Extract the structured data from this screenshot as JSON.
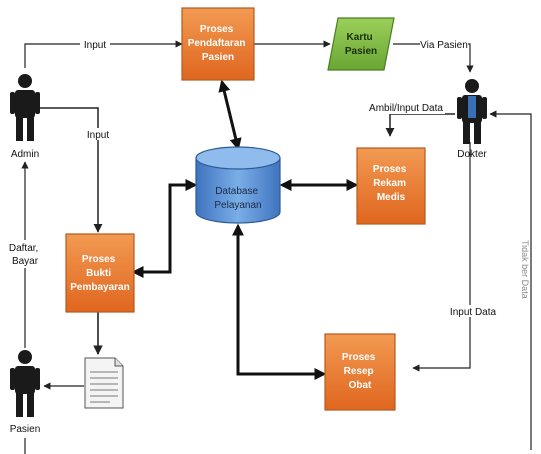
{
  "actors": {
    "admin": "Admin",
    "dokter": "Dokter",
    "pasien": "Pasien"
  },
  "processes": {
    "pendaftaran": [
      "Proses",
      "Pendaftaran",
      "Pasien"
    ],
    "rekam_medis": [
      "Proses",
      "Rekam",
      "Medis"
    ],
    "bukti_pembayaran": [
      "Proses",
      "Bukti",
      "Pembayaran"
    ],
    "resep_obat": [
      "Proses",
      "Resep",
      "Obat"
    ]
  },
  "database": [
    "Database",
    "Pelayanan"
  ],
  "output_card": [
    "Kartu",
    "Pasien"
  ],
  "flow_labels": {
    "input_top": "Input",
    "via_pasien": "Via Pasien",
    "ambil_input": "Ambil/Input Data",
    "input_left": "Input",
    "daftar_bayar": [
      "Daftar,",
      "Bayar"
    ],
    "input_data": "Input Data"
  },
  "margin_text": "Tidak ber Data",
  "colors": {
    "process_fill": "#e8762d",
    "process_border": "#b45a1f",
    "database_fill": "#5b8fd1",
    "card_fill": "#7dbb3f",
    "line": "#222222",
    "actor": "#1a1a1a",
    "actor_accent": "#3a6fb5"
  }
}
